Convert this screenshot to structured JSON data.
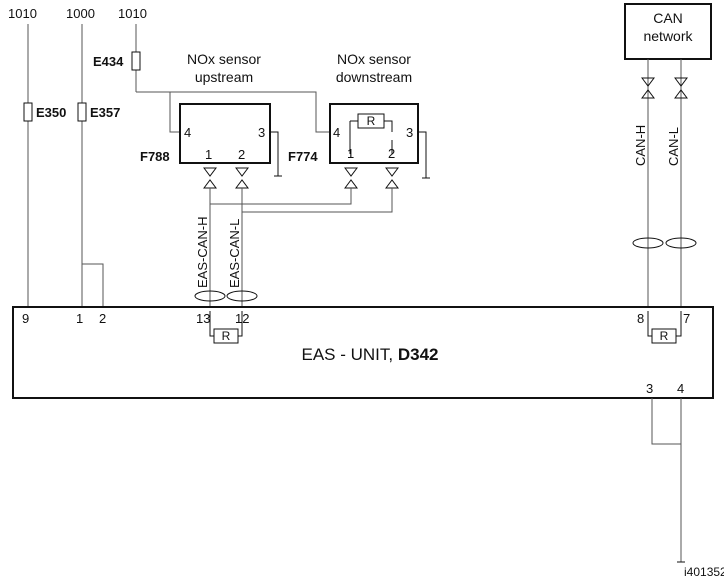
{
  "top_wires": {
    "w1": "1010",
    "w2": "1000",
    "w3": "1010"
  },
  "fuses": {
    "e350": "E350",
    "e357": "E357",
    "e434": "E434"
  },
  "sensor_upstream": {
    "title_line1": "NOx sensor",
    "title_line2": "upstream",
    "ref": "F788",
    "pin4": "4",
    "pin3": "3",
    "pin1": "1",
    "pin2": "2"
  },
  "sensor_downstream": {
    "title_line1": "NOx sensor",
    "title_line2": "downstream",
    "ref": "F774",
    "pin4": "4",
    "pin3": "3",
    "pin1": "1",
    "pin2": "2",
    "resistor": "R"
  },
  "can_network": {
    "line1": "CAN",
    "line2": "network"
  },
  "can_labels": {
    "h": "CAN-H",
    "l": "CAN-L"
  },
  "eas_can_labels": {
    "h": "EAS-CAN-H",
    "l": "EAS-CAN-L"
  },
  "unit": {
    "name": "EAS - UNIT, ",
    "ref": "D342",
    "pins": {
      "p9": "9",
      "p1": "1",
      "p2": "2",
      "p13": "13",
      "p12": "12",
      "p8": "8",
      "p7": "7",
      "p3": "3",
      "p4": "4"
    },
    "resistor_left": "R",
    "resistor_right": "R"
  },
  "figure_id": "i401352"
}
